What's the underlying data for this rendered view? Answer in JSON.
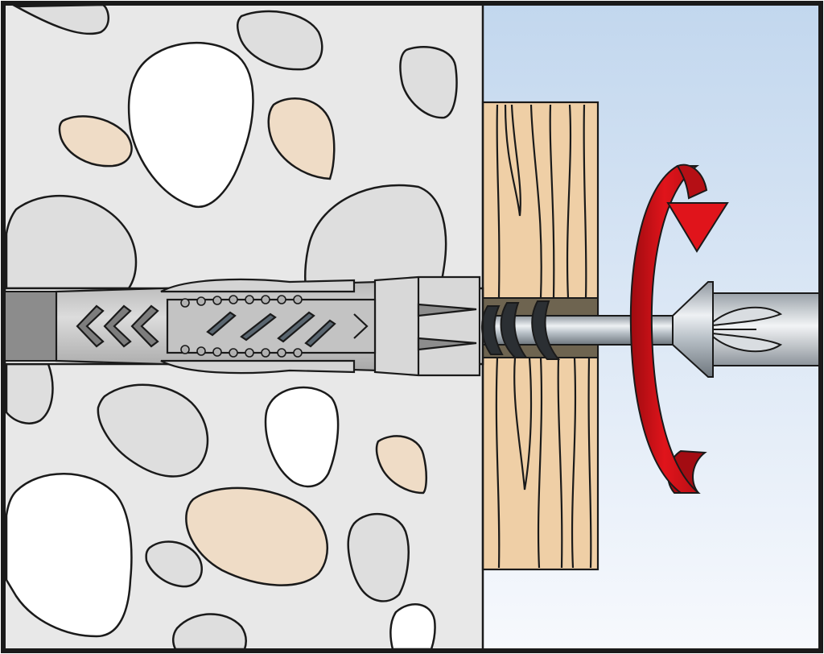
{
  "illustration": {
    "kind": "installation-step-diagram",
    "subject": "screw-and-wall-plug-fixing-wooden-batten-to-concrete",
    "direction": "clockwise",
    "colors": {
      "outline": "#1a1a1a",
      "concrete": "#e8e8e8",
      "pebble_grey": "#dedede",
      "pebble_white": "#ffffff",
      "pebble_beige": "#efdcc6",
      "wood": "#efcfa6",
      "sky_top": "#c2d7ee",
      "sky_bottom": "#f7f9fd",
      "plug": "#c9c9c9",
      "screw": "#b4bcc4",
      "arrow_red": "#e0141b"
    }
  }
}
